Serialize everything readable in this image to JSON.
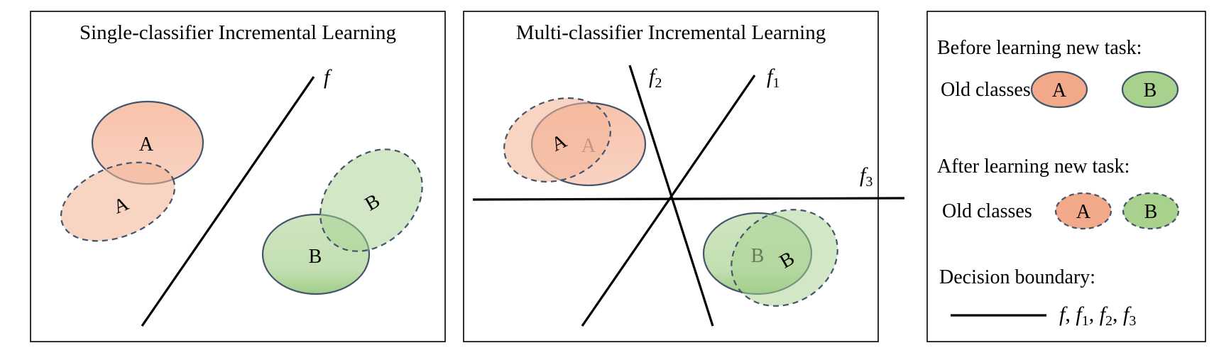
{
  "panels": {
    "single": {
      "title": "Single-classifier Incremental Learning",
      "boundary": "f",
      "class_a_old": "A",
      "class_a_new": "A",
      "class_b_old": "B",
      "class_b_new": "B"
    },
    "multi": {
      "title": "Multi-classifier Incremental Learning",
      "boundaries": [
        {
          "name": "f",
          "sub": "1"
        },
        {
          "name": "f",
          "sub": "2"
        },
        {
          "name": "f",
          "sub": "3"
        }
      ],
      "class_a_old": "A",
      "class_a_new": "A",
      "class_b_old": "B",
      "class_b_new": "B"
    },
    "legend": {
      "before_heading": "Before learning new task:",
      "before_label": "Old classes",
      "after_heading": "After learning new task:",
      "after_label": "Old classes",
      "boundary_heading": "Decision boundary:",
      "class_a": "A",
      "class_b": "B",
      "boundary_names": [
        {
          "name": "f",
          "sub": ""
        },
        {
          "name": "f",
          "sub": "1"
        },
        {
          "name": "f",
          "sub": "2"
        },
        {
          "name": "f",
          "sub": "3"
        }
      ]
    }
  },
  "colors": {
    "orange_fill": "#f6c3ac",
    "green_fill": "#b6d9a4",
    "outline": "#44546a"
  }
}
